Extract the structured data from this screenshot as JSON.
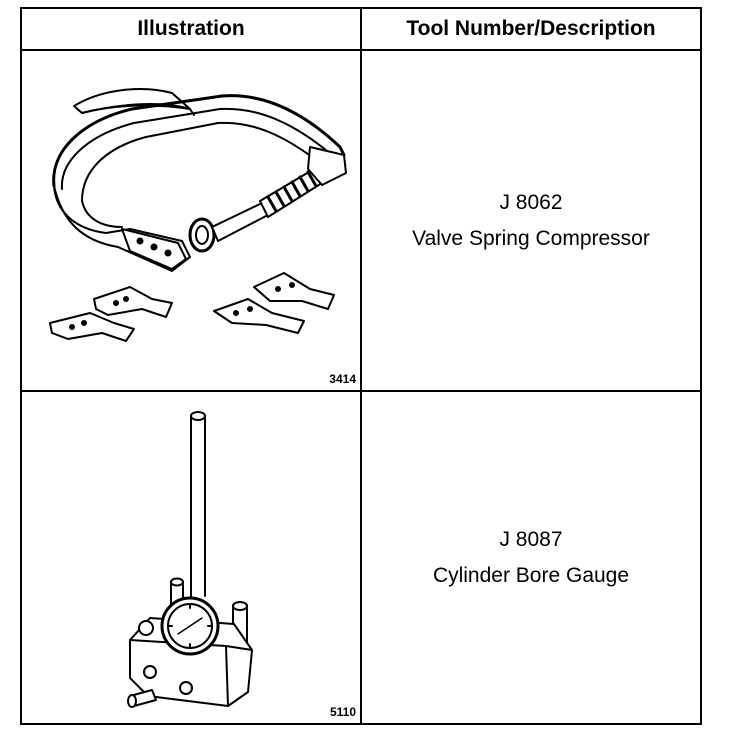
{
  "table": {
    "headers": [
      "Illustration",
      "Tool Number/Description"
    ],
    "rows": [
      {
        "figure": "3414",
        "icon": "valve-spring-compressor-illustration",
        "tool_number": "J 8062",
        "description": "Valve Spring Compressor"
      },
      {
        "figure": "5110",
        "icon": "cylinder-bore-gauge-illustration",
        "tool_number": "J 8087",
        "description": "Cylinder Bore Gauge"
      }
    ]
  }
}
